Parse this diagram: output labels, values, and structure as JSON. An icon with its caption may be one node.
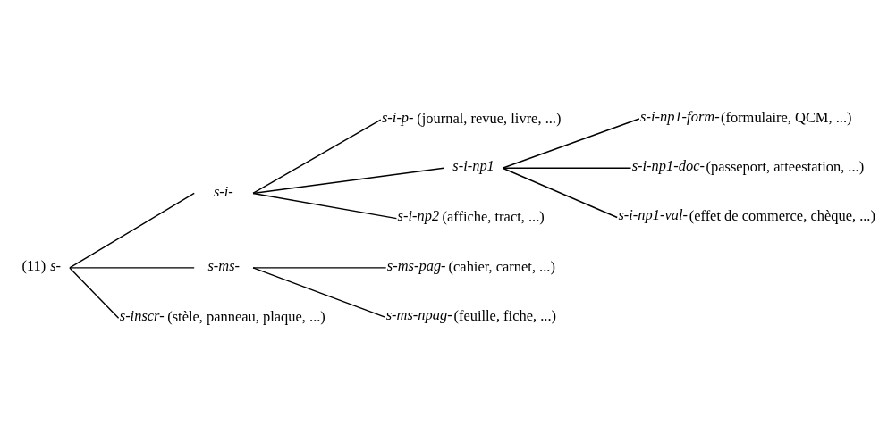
{
  "diagram": {
    "nodes": [
      {
        "text": [
          "s-"
        ],
        "beside": [
          "(11)"
        ]
      },
      {
        "text": [
          "s-i-"
        ]
      },
      {
        "text": [
          "s-i-p-"
        ],
        "beside": [
          "(journal, revue, livre, ...)"
        ]
      },
      {
        "text": [
          "s-i-np1"
        ]
      },
      {
        "text": [
          "s-i-np1-form-"
        ],
        "beside": [
          "(formulaire, QCM, ...)"
        ]
      },
      {
        "text": [
          "s-i-np1-doc-"
        ],
        "beside": [
          "(passeport, atteestation, ...)"
        ]
      },
      {
        "text": [
          "s-i-np1-val-"
        ],
        "beside": [
          "(effet de commerce, chèque, ...)"
        ]
      },
      {
        "text": [
          "s-i-np2"
        ],
        "beside": [
          "(affiche, tract, ...)"
        ]
      },
      {
        "text": [
          "s-ms-"
        ]
      },
      {
        "text": [
          "s-ms-pag-"
        ],
        "beside": [
          "(cahier, carnet, ...)"
        ]
      },
      {
        "text": [
          "s-ms-npag-"
        ],
        "beside": [
          "(feuille, fiche, ...)"
        ]
      },
      {
        "text": [
          "s-inscr-"
        ],
        "beside": [
          "(stèle, panneau, plaque, ...)"
        ]
      }
    ],
    "edges": [
      {
        "from": 0,
        "to": 1,
        "arrow": "none"
      },
      {
        "from": 1,
        "to": 2,
        "arrow": "none"
      },
      {
        "from": 1,
        "to": 3,
        "arrow": "none"
      },
      {
        "from": 3,
        "to": 4,
        "arrow": "none"
      },
      {
        "from": 3,
        "to": 5,
        "arrow": "none"
      },
      {
        "from": 3,
        "to": 6,
        "arrow": "none"
      },
      {
        "from": 1,
        "to": 7,
        "arrow": "none"
      },
      {
        "from": 0,
        "to": 8,
        "arrow": "none"
      },
      {
        "from": 8,
        "to": 9,
        "arrow": "none"
      },
      {
        "from": 8,
        "to": 10,
        "arrow": "none"
      },
      {
        "from": 0,
        "to": 11,
        "arrow": "none"
      }
    ]
  }
}
